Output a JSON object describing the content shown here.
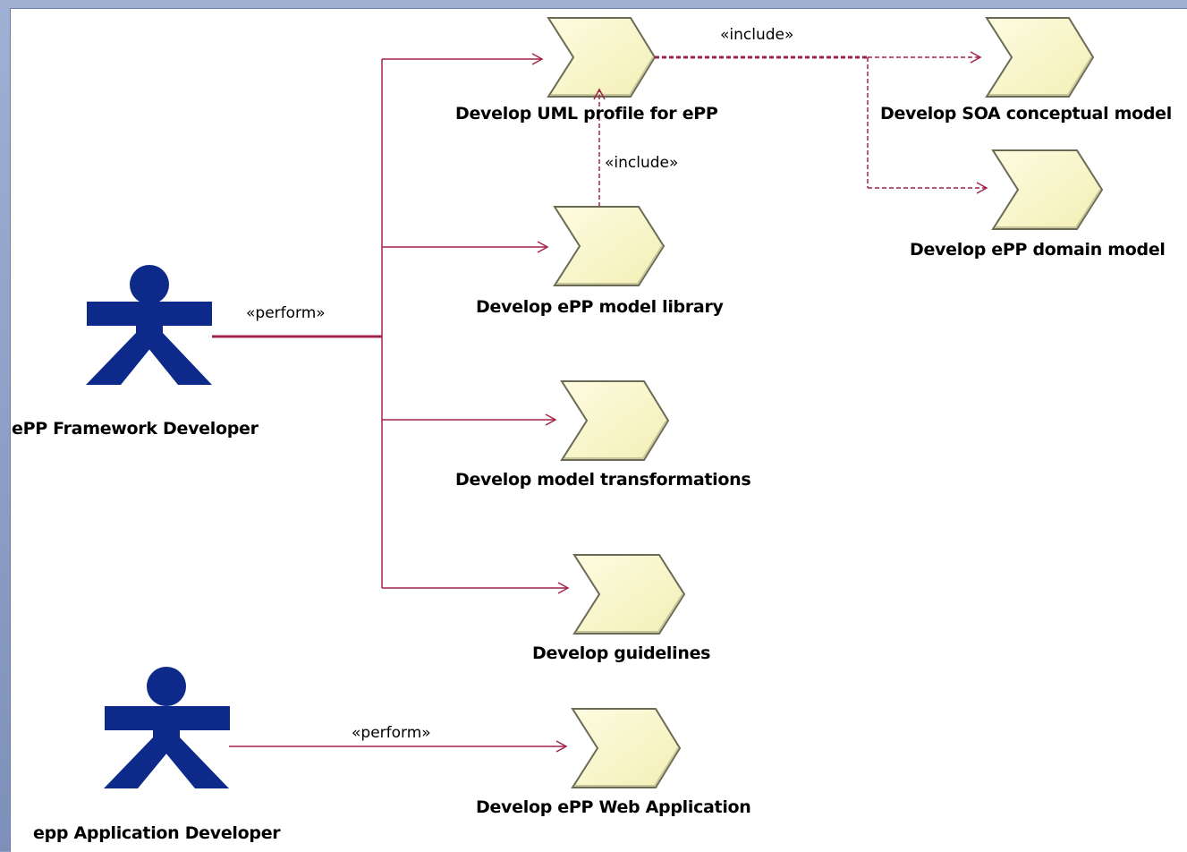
{
  "actors": {
    "framework_developer": "ePP Framework Developer",
    "application_developer": "epp Application Developer"
  },
  "activities": {
    "uml_profile": "Develop UML profile for ePP",
    "soa_model": "Develop SOA conceptual model",
    "domain_model": "Develop ePP domain model",
    "model_library": "Develop ePP model library",
    "transformations": "Develop model transformations",
    "guidelines": "Develop guidelines",
    "web_app": "Develop ePP Web Application"
  },
  "stereotypes": {
    "perform_framework": "«perform»",
    "perform_application": "«perform»",
    "include_top": "«include»",
    "include_library": "«include»"
  },
  "colors": {
    "actor": "#0d2a8a",
    "activity_fill": "#fbf9cc",
    "activity_stroke": "#6b6a55",
    "connector": "#a02448"
  }
}
